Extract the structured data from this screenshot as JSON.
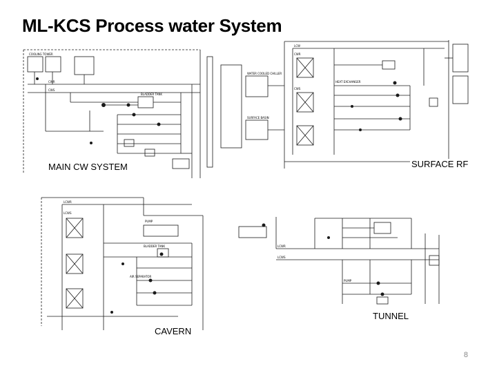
{
  "slide": {
    "title": "ML-KCS Process water System",
    "page_number": "8"
  },
  "panels": {
    "main_cw": {
      "caption": "MAIN CW SYSTEM"
    },
    "surface_rf": {
      "caption": "SURFACE RF"
    },
    "cavern": {
      "caption": "CAVERN"
    },
    "tunnel": {
      "caption": "TUNNEL"
    }
  },
  "diagram_labels": {
    "lcw": "LCW",
    "cwr": "CWR",
    "cws": "CWS",
    "lcwr": "LCWR",
    "lcws": "LCWS",
    "bladder_tank": "BLADDER TANK",
    "cooling_tower": "COOLING TOWER",
    "heat_exchanger": "HEAT EXCHANGER",
    "pump": "PUMP",
    "air_separator": "AIR SEPARATOR",
    "surface_basin": "SURFACE BASIN",
    "water_cooled_chiller": "WATER COOLED CHILLER"
  },
  "colors": {
    "line": "#1a1a1a",
    "frame": "#555555",
    "accent": "#000000"
  }
}
